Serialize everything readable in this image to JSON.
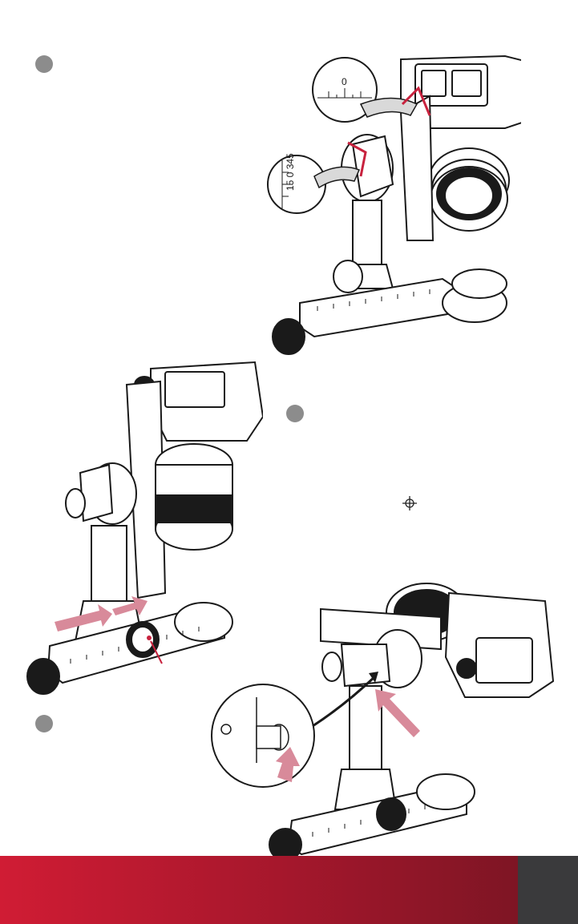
{
  "colors": {
    "accent": "#c8223e",
    "arrow": "#d88a9a",
    "bullet": "#8c8c8c",
    "footer_start": "#d01c34",
    "footer_end": "#7e1524",
    "footer_tab": "#3a3a3c"
  },
  "scale_labels": {
    "mark_top": "0",
    "mark_bottom": "15 0 345"
  },
  "footer": {
    "page_number": ""
  },
  "icons": [
    "step-bullet",
    "crosshair-icon"
  ]
}
